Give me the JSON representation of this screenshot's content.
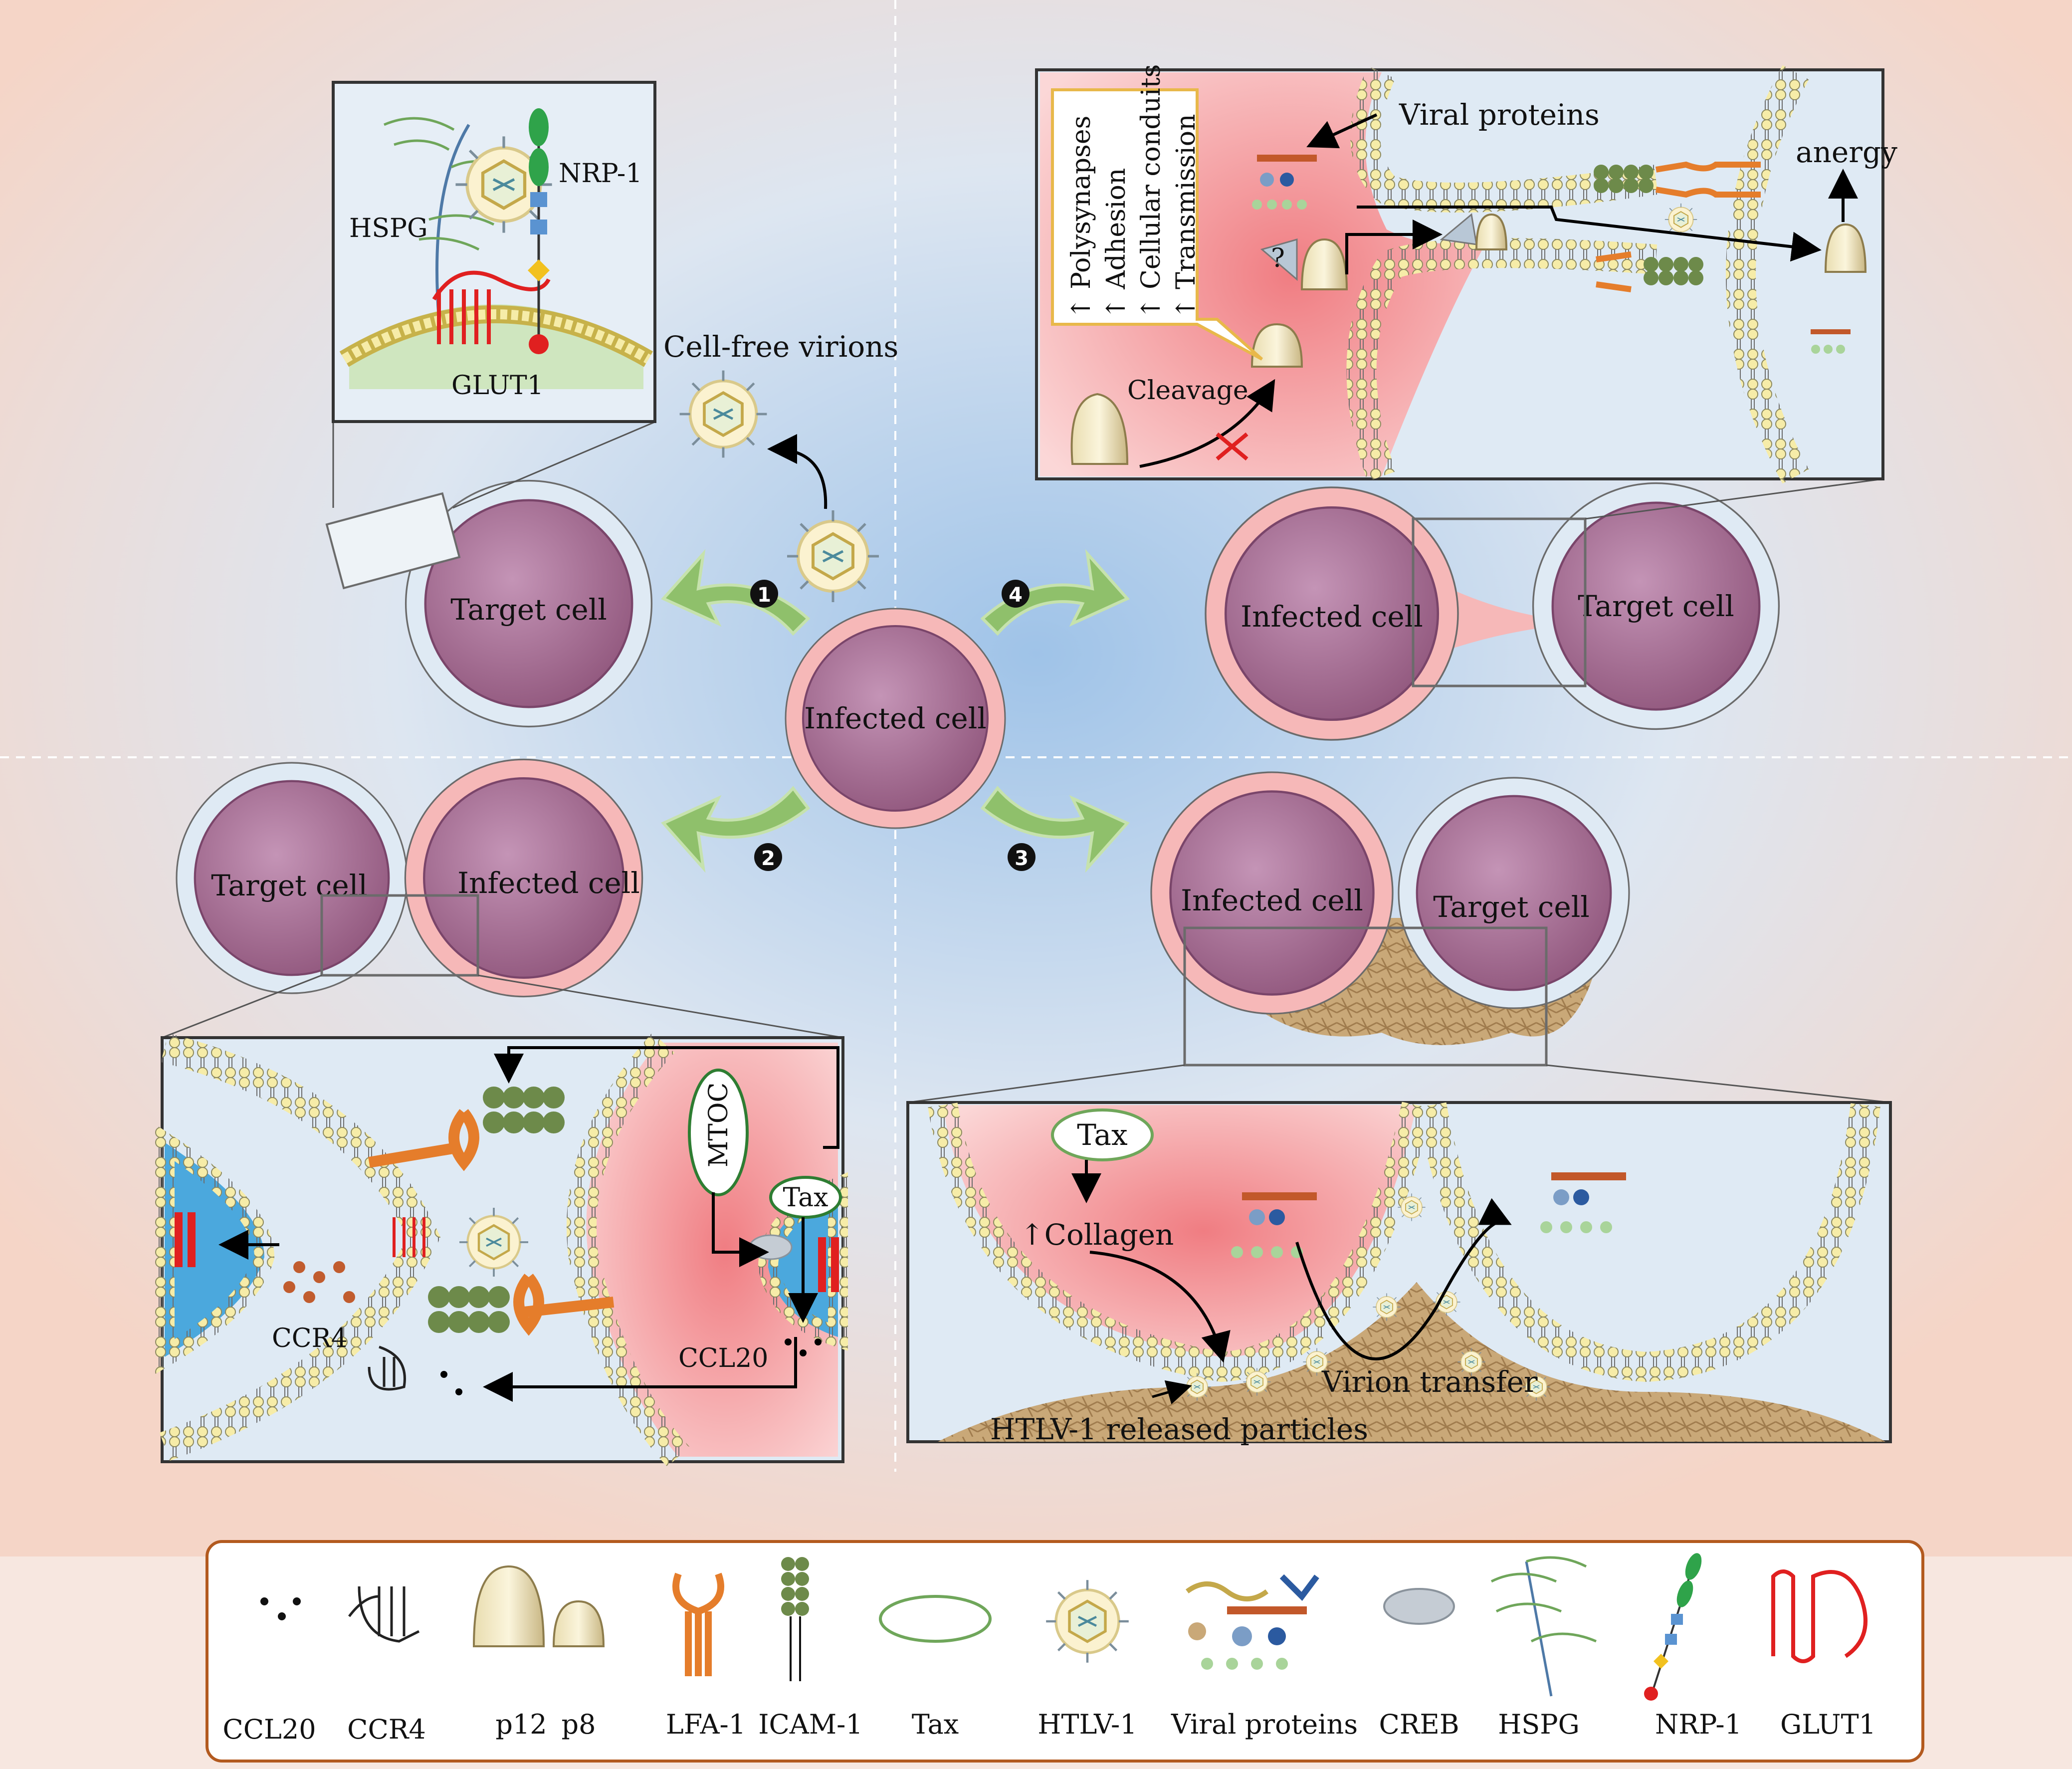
{
  "panels": {
    "center": {
      "cell_label": "Infected cell"
    },
    "route1": {
      "badge": "1",
      "cell_label": "Target cell",
      "virion_label": "Cell-free virions",
      "inset": {
        "hspg": "HSPG",
        "nrp1": "NRP-1",
        "glut1": "GLUT1"
      }
    },
    "route2": {
      "badge": "2",
      "target_label": "Target cell",
      "infected_label": "Infected cell",
      "inset": {
        "mtoc": "MTOC",
        "tax": "Tax",
        "ccr4": "CCR4",
        "ccl20": "CCL20"
      }
    },
    "route3": {
      "badge": "3",
      "infected_label": "Infected cell",
      "target_label": "Target cell",
      "inset": {
        "tax": "Tax",
        "collagen": "↑Collagen",
        "virion_transfer": "Virion transfer",
        "released": "HTLV-1 released particles"
      }
    },
    "route4": {
      "badge": "4",
      "infected_label": "Infected cell",
      "target_label": "Target cell",
      "inset": {
        "viral_proteins": "Viral proteins",
        "anergy": "anergy",
        "cleavage": "Cleavage",
        "question": "?",
        "effects": [
          "↑ Polysynapses",
          "↑ Adhesion",
          "↑ Cellular conduits",
          "↑ Transmission"
        ]
      }
    }
  },
  "legend": {
    "items": [
      "CCL20",
      "CCR4",
      "p12",
      "p8",
      "LFA-1",
      "ICAM-1",
      "Tax",
      "HTLV-1",
      "Viral proteins",
      "CREB",
      "HSPG",
      "NRP-1",
      "GLUT1"
    ]
  },
  "colors": {
    "cell_body": "#a66a91",
    "infected_halo": "#f3a9a9",
    "target_halo": "#d6e6f3",
    "arrow_green": "#8fc06b",
    "membrane_head": "#f3e7a3",
    "legend_border": "#b35a1f"
  }
}
